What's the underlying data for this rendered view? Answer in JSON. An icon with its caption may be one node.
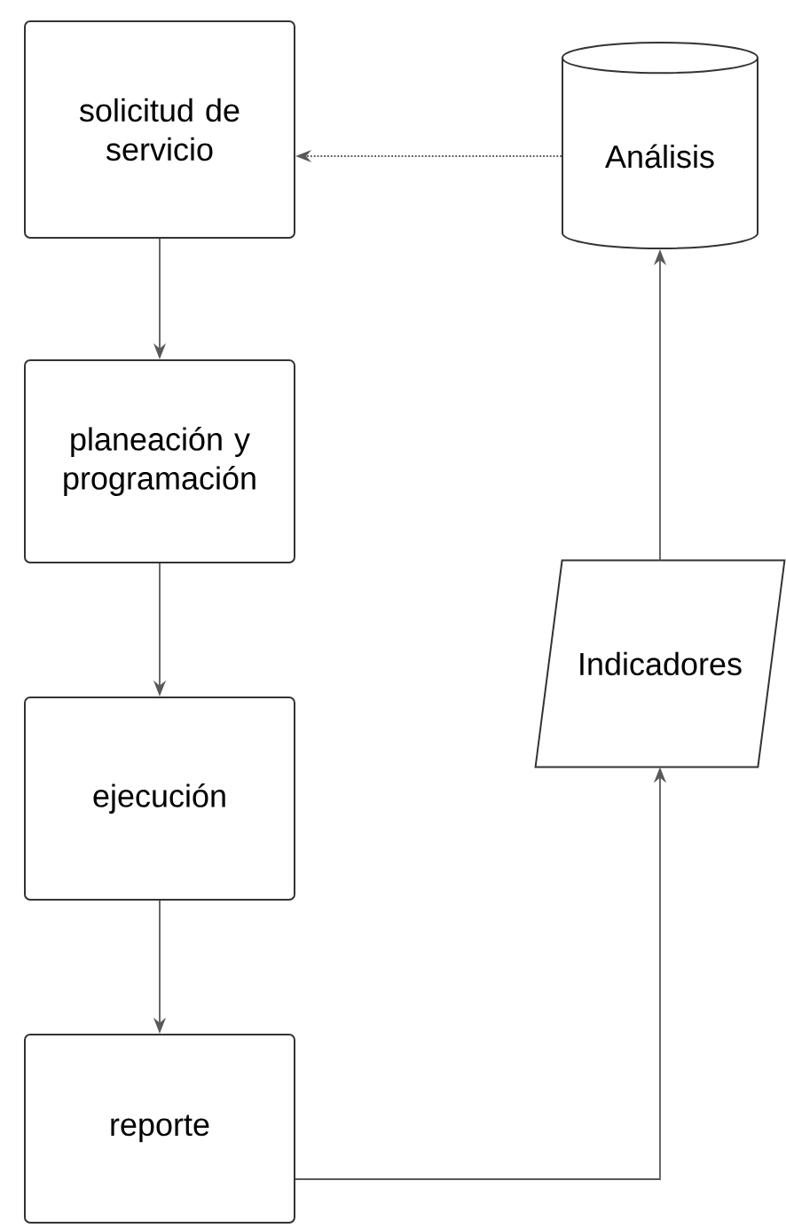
{
  "diagram": {
    "nodes": [
      {
        "text": [
          "solicitud de servicio"
        ]
      },
      {
        "text": [
          "planeación y programación"
        ]
      },
      {
        "text": [
          "ejecución"
        ]
      },
      {
        "text": [
          "reporte"
        ]
      },
      {
        "text": [
          "Análisis"
        ]
      },
      {
        "text": [
          "Indicadores"
        ]
      }
    ],
    "edges": [
      {
        "from": 0,
        "to": 1,
        "arrow": "to"
      },
      {
        "from": 1,
        "to": 2,
        "arrow": "to"
      },
      {
        "from": 2,
        "to": 3,
        "arrow": "to"
      },
      {
        "from": 3,
        "to": 5,
        "arrow": "to"
      },
      {
        "from": 5,
        "to": 4,
        "arrow": "to"
      },
      {
        "from": 4,
        "to": 0,
        "arrow": "to",
        "style": "dashed"
      }
    ]
  }
}
